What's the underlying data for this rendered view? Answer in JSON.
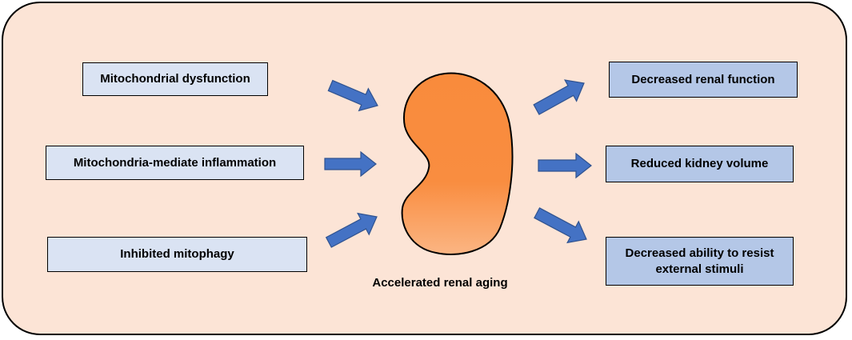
{
  "causes": [
    {
      "label": "Mitochondrial dysfunction"
    },
    {
      "label": "Mitochondria-mediate inflammation"
    },
    {
      "label": "Inhibited mitophagy"
    }
  ],
  "center": {
    "label": "Accelerated renal aging",
    "icon": "kidney-icon"
  },
  "effects": [
    {
      "label": "Decreased renal function"
    },
    {
      "label": "Reduced kidney volume"
    },
    {
      "label": "Decreased ability to resist external stimuli"
    }
  ],
  "colors": {
    "background": "#fce4d6",
    "cause_box": "#dae3f3",
    "effect_box": "#b4c7e7",
    "arrow": "#4472c4",
    "kidney_top": "#f98b3c",
    "kidney_bottom": "#fbb583"
  }
}
